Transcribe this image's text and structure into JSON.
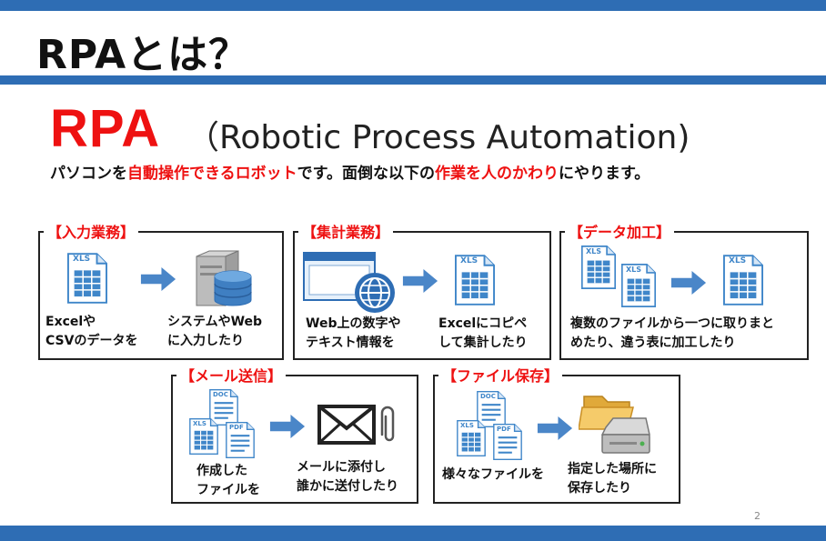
{
  "header": {
    "title": "RPAとは？"
  },
  "headline": {
    "rpa": "RPA",
    "full": "（Robotic Process Automation)"
  },
  "description": {
    "p1": "パソコンを",
    "h1": "自動操作できるロボット",
    "p2": "です。面倒な以下の",
    "h2": "作業を人のかわり",
    "p3": "にやります。"
  },
  "boxes": {
    "input": {
      "label": "【入力業務】",
      "left_line1": "Excelや",
      "left_line2": "CSVのデータを",
      "right_line1": "システムやWeb",
      "right_line2": "に入力したり"
    },
    "aggregate": {
      "label": "【集計業務】",
      "left_line1": "Web上の数字や",
      "left_line2": "テキスト情報を",
      "right_line1": "Excelにコピペ",
      "right_line2": "して集計したり"
    },
    "process": {
      "label": "【データ加工】",
      "line1": "複数のファイルから一つに取りまと",
      "line2": "めたり、違う表に加工したり"
    },
    "mail": {
      "label": "【メール送信】",
      "left_line1": "作成した",
      "left_line2": "ファイルを",
      "right_line1": "メールに添付し",
      "right_line2": "誰かに送付したり"
    },
    "save": {
      "label": "【ファイル保存】",
      "left_line1": "様々なファイルを",
      "right_line1": "指定した場所に",
      "right_line2": "保存したり"
    }
  },
  "file_labels": {
    "xls": "XLS",
    "doc": "DOC",
    "pdf": "PDF"
  },
  "page_number": "2",
  "colors": {
    "accent": "#2e6db4",
    "highlight": "#ee1111",
    "arrow": "#4a86c8"
  }
}
